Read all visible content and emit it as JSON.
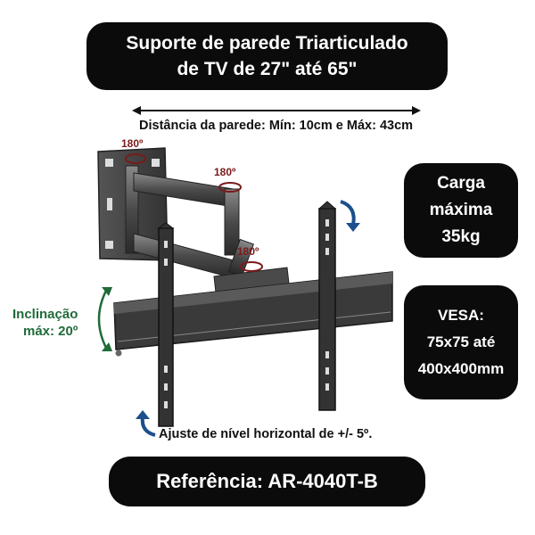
{
  "title": {
    "line1": "Suporte de parede Triarticulado",
    "line2": "de  TV de 27\" até 65\""
  },
  "distance_label": "Distância da parede: Mín: 10cm e Máx: 43cm",
  "load": {
    "line1": "Carga",
    "line2": "máxima",
    "line3": "35kg"
  },
  "vesa": {
    "line1": "VESA:",
    "line2": "75x75 até",
    "line3": "400x400mm"
  },
  "tilt": {
    "line1": "Inclinação",
    "line2": "máx: 20º"
  },
  "level_adjust": "Ajuste de nível horizontal de +/- 5º.",
  "rotation_labels": [
    "180º",
    "180º",
    "180º"
  ],
  "reference": "Referência: AR-4040T-B",
  "colors": {
    "pill_bg": "#0b0b0b",
    "tilt_green": "#1f6b3a",
    "arrow_blue": "#1d4f8c",
    "rotation_red": "#7a1a1a",
    "metal": "#3f3f3f"
  }
}
